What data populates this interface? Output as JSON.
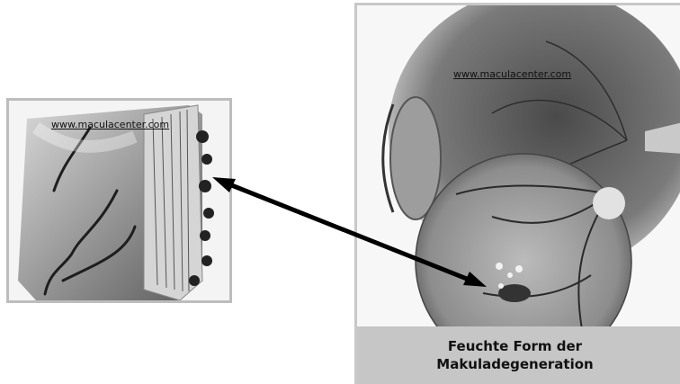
{
  "left_image": {
    "watermark": "www.maculacenter.com"
  },
  "right_image": {
    "watermark": "www.maculacenter.com",
    "caption_line1": "Feuchte Form der",
    "caption_line2": "Makuladegeneration"
  },
  "colors": {
    "panel_border": "#bdbdbd",
    "caption_bg": "#c6c6c6",
    "arrow": "#000000"
  }
}
